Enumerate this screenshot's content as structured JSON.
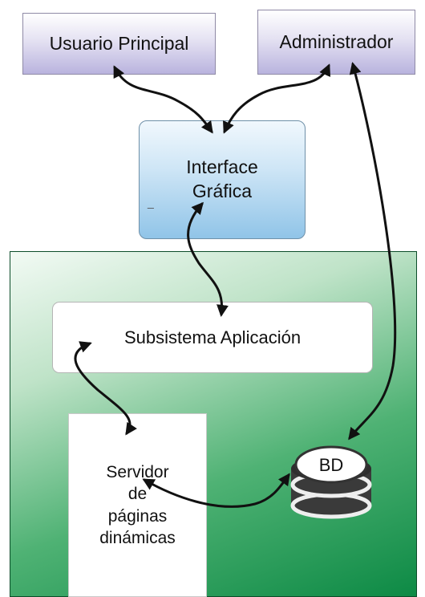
{
  "actors": {
    "user": "Usuario Principal",
    "admin": "Administrador"
  },
  "interface": {
    "line1": "Interface",
    "line2": "Gráfica",
    "mark": "_"
  },
  "subsystem": "Subsistema Aplicación",
  "web_server": {
    "line1": "Servidor",
    "line2": "de",
    "line3": "páginas",
    "line4": "dinámicas"
  },
  "database": "BD",
  "colors": {
    "actor_fill": "#c9c4e6",
    "interface_fill": "#a9d2ef",
    "zone_fill": "#1a9a52",
    "arrow": "#111111"
  }
}
